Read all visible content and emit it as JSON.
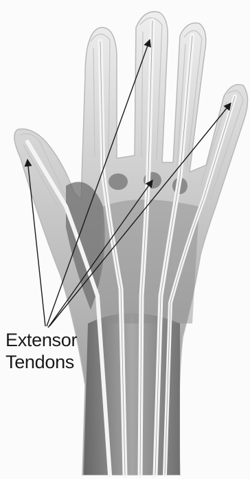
{
  "figure": {
    "label_lines": [
      "Extensor",
      "Tendons"
    ],
    "annotated_structure": "extensor-tendons",
    "annotation_arrow_count": 4,
    "colors": {
      "background": "#fbfbfb",
      "skin_outline": "#b8b8b8",
      "tendon": "#f4f4f4",
      "muscle_shade": "#6e6e6e",
      "arrow": "#1a1a1a",
      "text": "#1a1a1a"
    }
  }
}
